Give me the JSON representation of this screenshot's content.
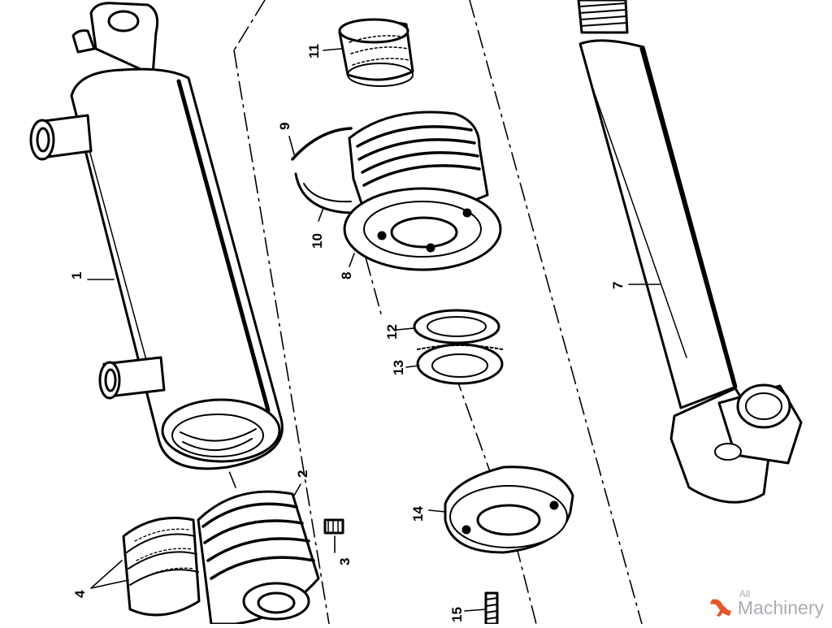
{
  "parts": {
    "p1": "1",
    "p2": "2",
    "p3": "3",
    "p4": "4",
    "p7": "7",
    "p8": "8",
    "p9": "9",
    "p10": "10",
    "p11": "11",
    "p12": "12",
    "p13": "13",
    "p14": "14",
    "p15": "15"
  },
  "watermark": {
    "line1": "All",
    "line2": "Machinery",
    "accent": "#e8562a"
  }
}
